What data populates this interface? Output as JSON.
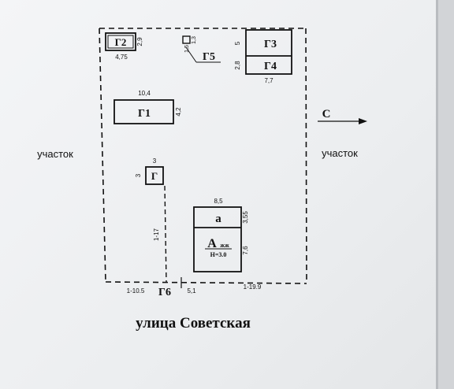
{
  "labels": {
    "left_side": "участок",
    "right_side": "участок",
    "north": "С",
    "street": "улица Советская"
  },
  "buildings": {
    "g2": {
      "name": "Г2",
      "w": "4,75",
      "h": "2,9"
    },
    "g5": {
      "name": "Г5",
      "h": "1,3",
      "w": "1,5"
    },
    "g3": {
      "name": "Г3",
      "h": "5"
    },
    "g4": {
      "name": "Г4",
      "h": "2,8",
      "w": "7,7"
    },
    "g1": {
      "name": "Г1",
      "w": "10,4",
      "h": "4,2"
    },
    "g": {
      "name": "Г",
      "w": "3",
      "h": "3"
    },
    "a": {
      "name": "а",
      "w": "8,5",
      "h": "3,55"
    },
    "main": {
      "name": "А",
      "sub": "жж",
      "height": "Н=3.0",
      "h": "7,6"
    }
  },
  "boundary": {
    "bottom_left": "1-10.5",
    "gate": "Г6",
    "gate_width": "5,1",
    "bottom_right": "1-19.9",
    "vertical": "1-17"
  },
  "colors": {
    "ink": "#111111",
    "paper": "#f1f2f4"
  }
}
